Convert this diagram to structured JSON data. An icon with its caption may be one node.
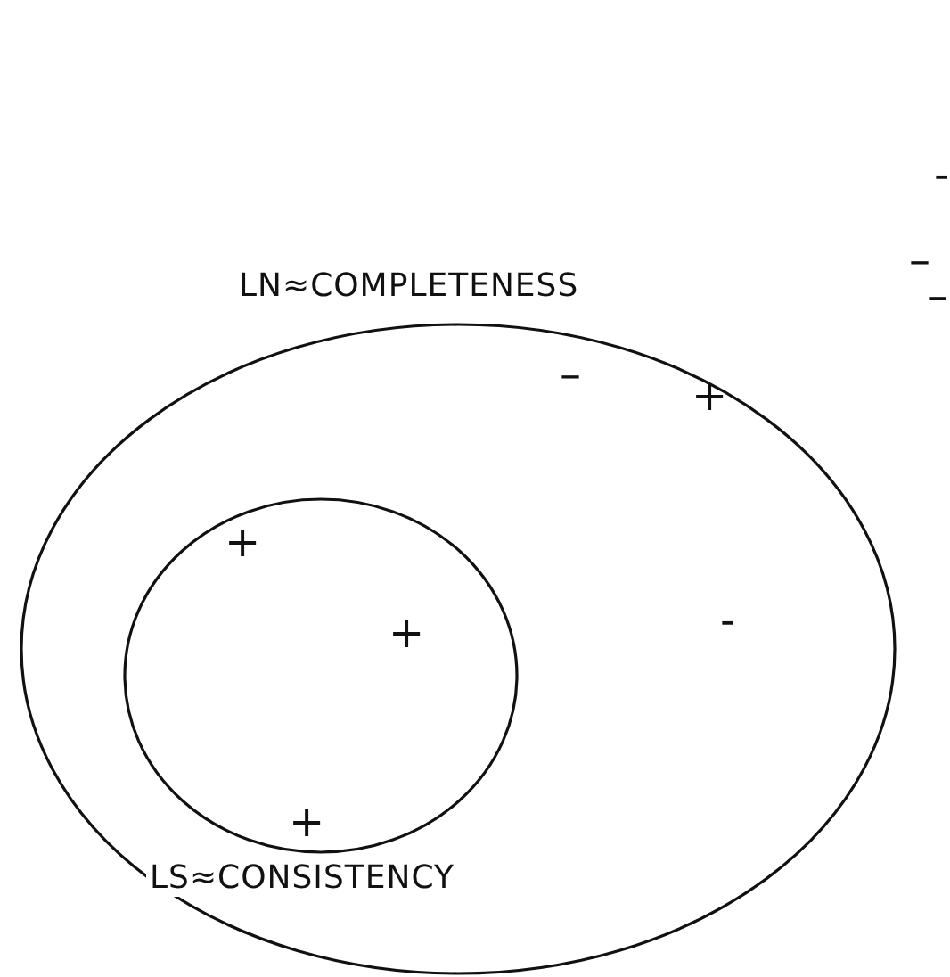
{
  "diagram": {
    "nodes": [
      {
        "text": [
          "LN≈COMPLETENESS"
        ]
      },
      {
        "text": [
          "LS≈CONSISTENCY"
        ],
        "in": 0
      }
    ],
    "labels": [
      "-",
      "–",
      "–",
      "–",
      "+",
      "+",
      "+",
      "-",
      "+"
    ]
  }
}
